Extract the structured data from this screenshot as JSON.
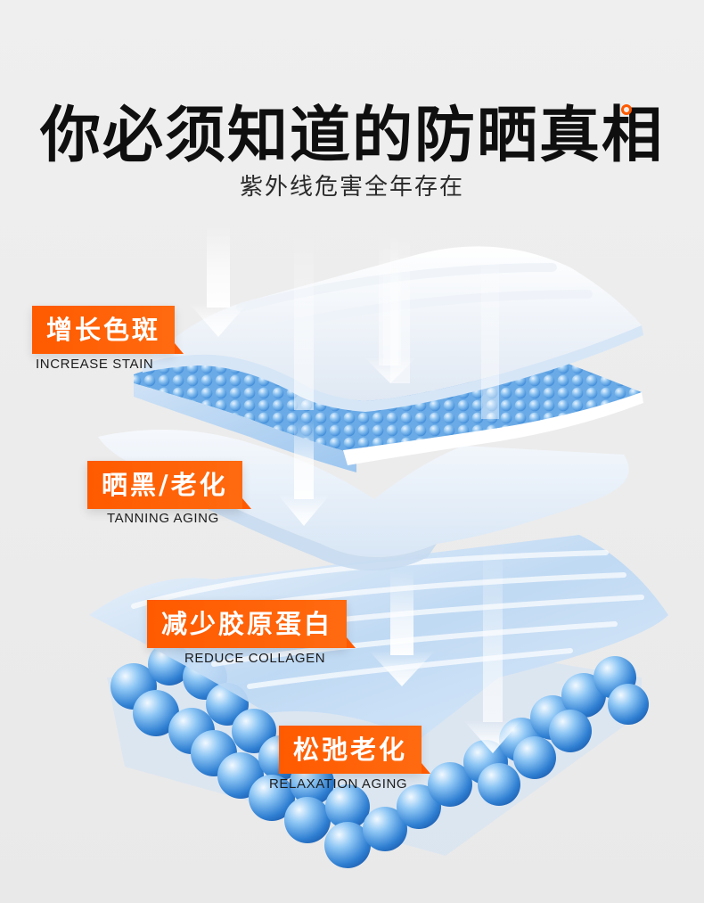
{
  "header": {
    "title": "你必须知道的防晒真相",
    "subtitle": "紫外线危害全年存在"
  },
  "labels": [
    {
      "zh": "增长色斑",
      "en": "INCREASE STAIN"
    },
    {
      "zh": "晒黑/老化",
      "en": "TANNING AGING"
    },
    {
      "zh": "减少胶原蛋白",
      "en": "REDUCE COLLAGEN"
    },
    {
      "zh": "松弛老化",
      "en": "RELAXATION AGING"
    }
  ],
  "colors": {
    "accent": "#ff5a00",
    "title": "#0f0f0f",
    "background": "#ececec",
    "skin_blue": "#3b8fd9"
  },
  "icons": {
    "title_mark": "orange-ring-icon",
    "uv_arrows": "down-arrow-icon"
  }
}
